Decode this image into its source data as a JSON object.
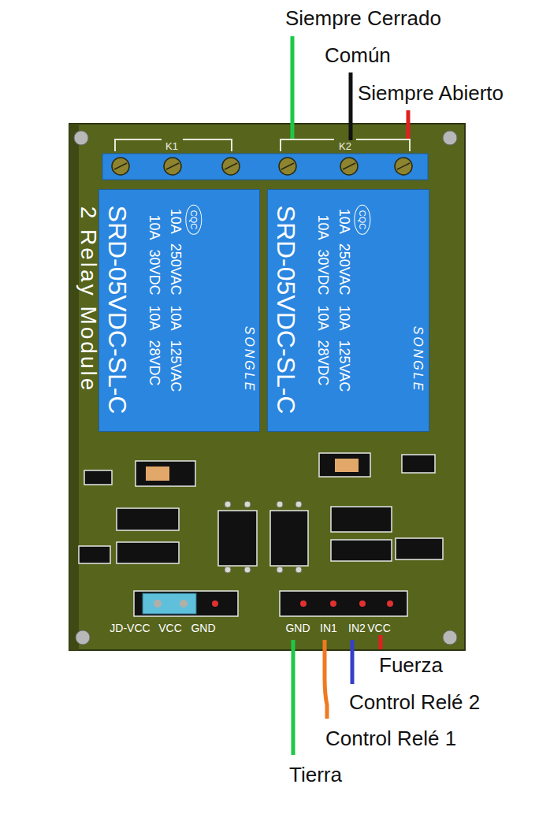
{
  "diagram": {
    "nodes": [
      {
        "text": [
          "2 Relay Module"
        ]
      },
      {
        "text": [
          "SONGLE",
          "CQC",
          "10A 250VAC 10A 125VAC",
          "10A 30VDC 10A 28VDC",
          "SRD-05VDC-SL-C"
        ],
        "in": 0
      },
      {
        "text": [
          "SONGLE",
          "CQC",
          "10A 250VAC 10A 125VAC",
          "10A 30VDC 10A 28VDC",
          "SRD-05VDC-SL-C"
        ],
        "in": 0
      }
    ],
    "labels": [
      "Siempre Cerrado",
      "Común",
      "Siempre Abierto",
      "K1",
      "K2",
      "JD-VCC",
      "VCC",
      "GND",
      "GND",
      "IN1",
      "IN2",
      "VCC",
      "Fuerza",
      "Control Relé 2",
      "Control Relé 1",
      "Tierra"
    ]
  }
}
